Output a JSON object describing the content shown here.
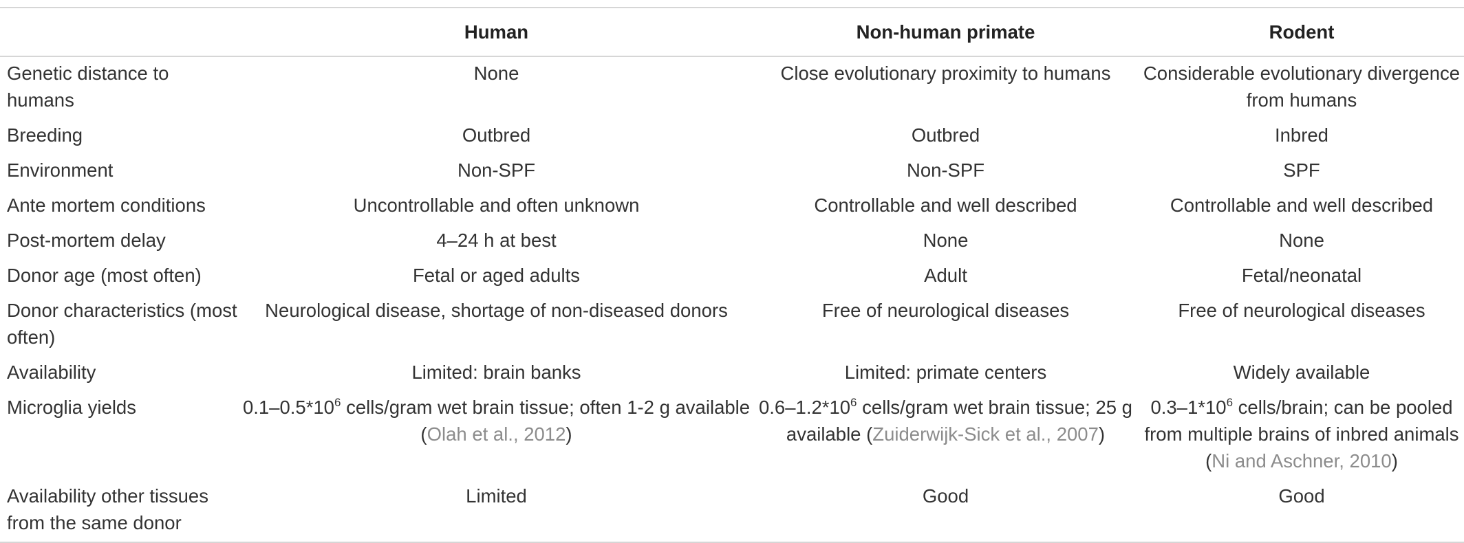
{
  "table": {
    "headers": [
      "",
      "Human",
      "Non-human primate",
      "Rodent"
    ],
    "rows": [
      {
        "label": "Genetic distance to humans",
        "human": "None",
        "primate": "Close evolutionary proximity to humans",
        "rodent": "Considerable evolutionary divergence from humans"
      },
      {
        "label": "Breeding",
        "human": "Outbred",
        "primate": "Outbred",
        "rodent": "Inbred"
      },
      {
        "label": "Environment",
        "human": "Non-SPF",
        "primate": "Non-SPF",
        "rodent": "SPF"
      },
      {
        "label": "Ante mortem conditions",
        "human": "Uncontrollable and often unknown",
        "primate": "Controllable and well described",
        "rodent": "Controllable and well described"
      },
      {
        "label": "Post-mortem delay",
        "human": "4–24 h at best",
        "primate": "None",
        "rodent": "None"
      },
      {
        "label": "Donor age (most often)",
        "human": "Fetal or aged adults",
        "primate": "Adult",
        "rodent": "Fetal/neonatal"
      },
      {
        "label": "Donor characteristics (most often)",
        "human": "Neurological disease, shortage of non-diseased donors",
        "primate": "Free of neurological diseases",
        "rodent": "Free of neurological diseases"
      },
      {
        "label": "Availability",
        "human": "Limited: brain banks",
        "primate": "Limited: primate centers",
        "rodent": "Widely available"
      },
      {
        "label": "Microglia yields",
        "human": {
          "pre": "0.1–0.5*10",
          "sup": "6",
          "post": " cells/gram wet brain tissue; often 1-2 g available (",
          "cite": "Olah et al., 2012",
          "end": ")"
        },
        "primate": {
          "pre": "0.6–1.2*10",
          "sup": "6",
          "post": " cells/gram wet brain tissue; 25 g available (",
          "cite": "Zuiderwijk-Sick et al., 2007",
          "end": ")"
        },
        "rodent": {
          "pre": "0.3–1*10",
          "sup": "6",
          "post": " cells/brain; can be pooled from multiple brains of inbred animals (",
          "cite": "Ni and Aschner, 2010",
          "end": ")"
        }
      },
      {
        "label": "Availability other tissues from the same donor",
        "human": "Limited",
        "primate": "Good",
        "rodent": "Good"
      }
    ]
  }
}
